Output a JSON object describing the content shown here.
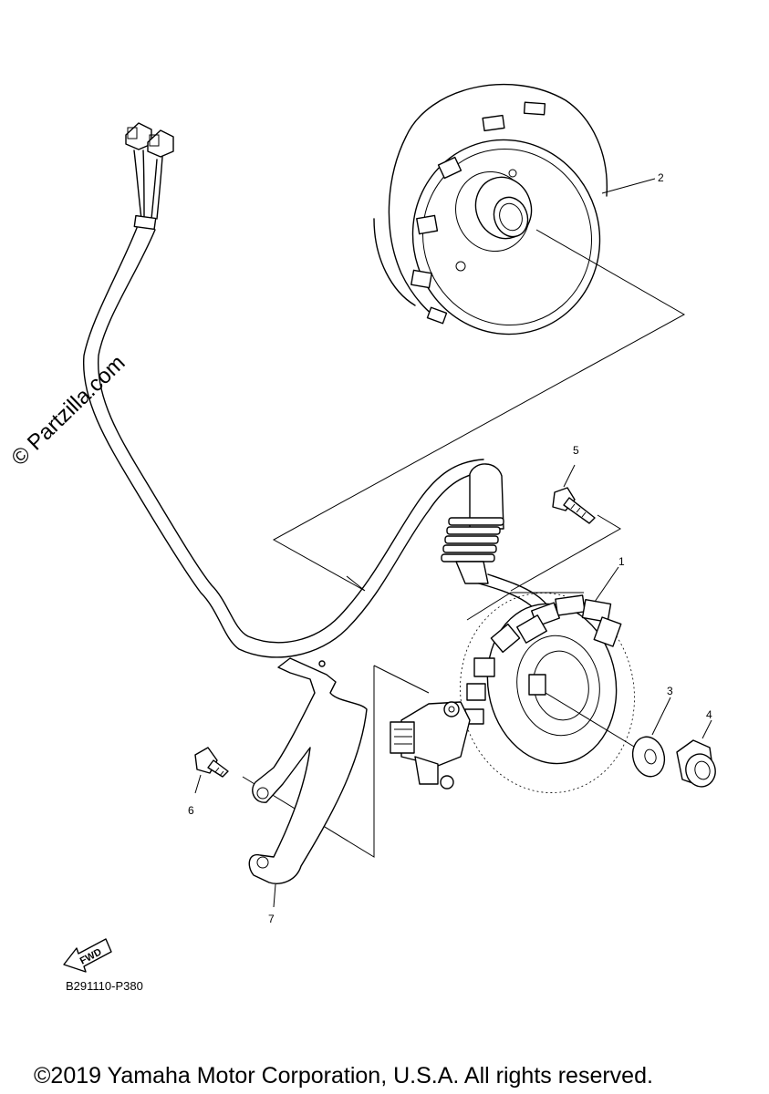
{
  "diagram": {
    "watermark": "© Partzilla.com",
    "callouts": [
      {
        "id": "stator-assembly",
        "label": "1"
      },
      {
        "id": "rotor-assembly",
        "label": "2"
      },
      {
        "id": "nut",
        "label": "3"
      },
      {
        "id": "washer",
        "label": "4"
      },
      {
        "id": "bolt-upper",
        "label": "5"
      },
      {
        "id": "bolt-lower",
        "label": "6"
      },
      {
        "id": "cord-holder",
        "label": "7"
      }
    ],
    "fwd_label": "FWD",
    "diagram_code": "B291110-P380",
    "copyright": "©2019 Yamaha Motor Corporation, U.S.A. All rights reserved."
  }
}
